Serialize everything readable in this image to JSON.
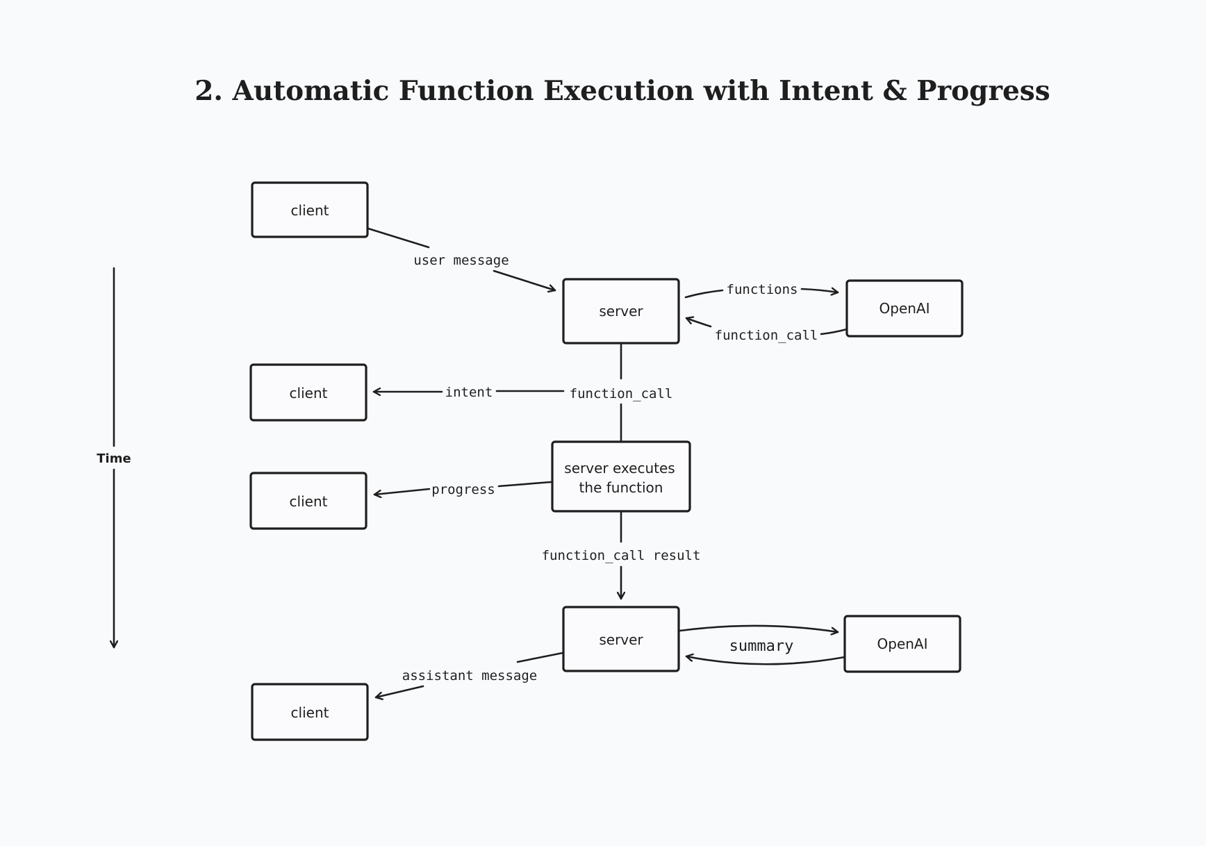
{
  "title": "2. Automatic Function Execution with Intent & Progress",
  "nodes": {
    "client_1": "client",
    "server_1": "server",
    "openai_1": "OpenAI",
    "client_2": "client",
    "client_3": "client",
    "executor_line1": "server executes",
    "executor_line2": "the function",
    "server_2": "server",
    "openai_2": "OpenAI",
    "client_4": "client"
  },
  "edges": {
    "user_message": "user message",
    "functions": "functions",
    "function_call_return": "function_call",
    "function_call_down": "function_call",
    "intent": "intent",
    "progress": "progress",
    "function_call_result": "function_call result",
    "summary": "summary",
    "assistant_message": "assistant message"
  },
  "time_axis": {
    "label": "Time"
  },
  "colors": {
    "background": "#f9fafc",
    "stroke": "#1e1e1e"
  }
}
